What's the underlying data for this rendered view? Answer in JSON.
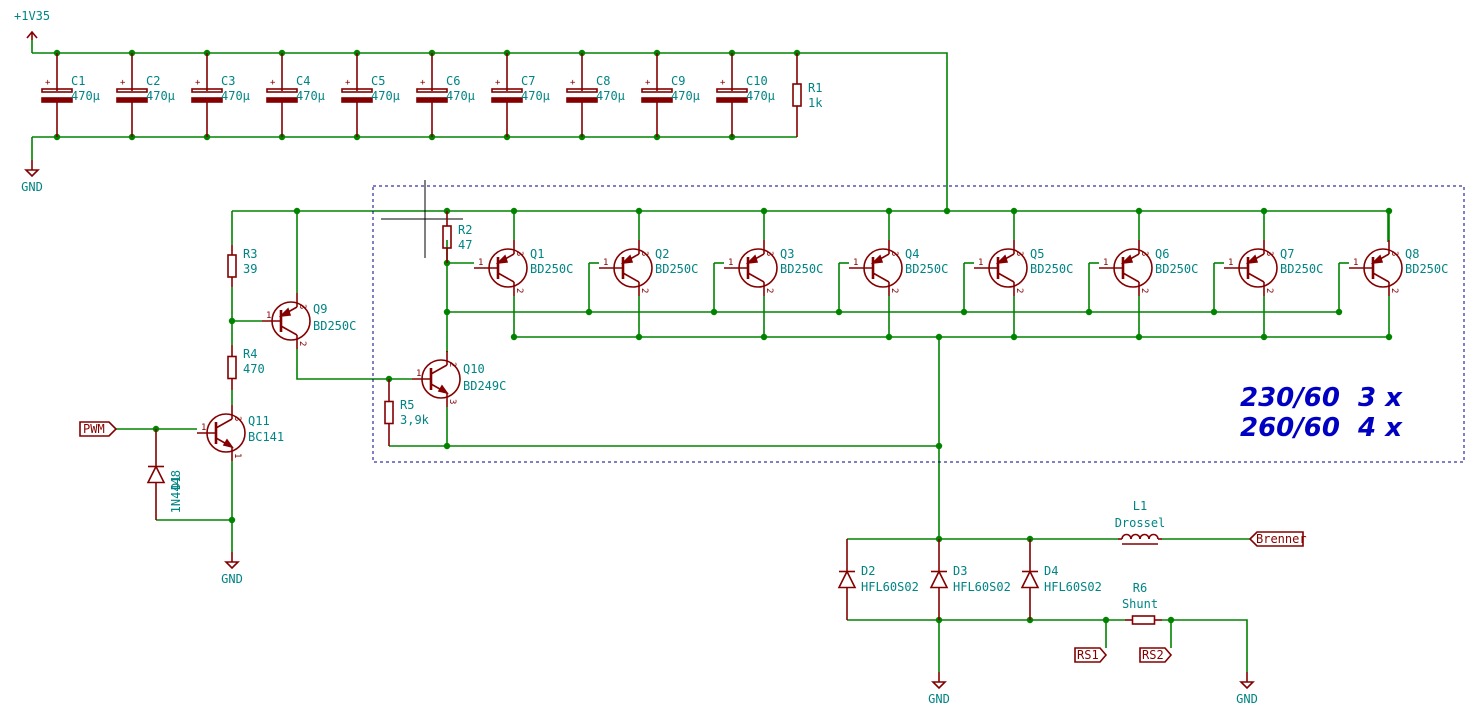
{
  "power": {
    "vcc": "+1V35",
    "gnd": "GND"
  },
  "capacitors": [
    {
      "ref": "C1",
      "val": "470µ"
    },
    {
      "ref": "C2",
      "val": "470µ"
    },
    {
      "ref": "C3",
      "val": "470µ"
    },
    {
      "ref": "C4",
      "val": "470µ"
    },
    {
      "ref": "C5",
      "val": "470µ"
    },
    {
      "ref": "C6",
      "val": "470µ"
    },
    {
      "ref": "C7",
      "val": "470µ"
    },
    {
      "ref": "C8",
      "val": "470µ"
    },
    {
      "ref": "C9",
      "val": "470µ"
    },
    {
      "ref": "C10",
      "val": "470µ"
    }
  ],
  "resistors": {
    "R1": {
      "ref": "R1",
      "val": "1k"
    },
    "R2": {
      "ref": "R2",
      "val": "47"
    },
    "R3": {
      "ref": "R3",
      "val": "39"
    },
    "R4": {
      "ref": "R4",
      "val": "470"
    },
    "R5": {
      "ref": "R5",
      "val": "3,9k"
    },
    "R6": {
      "ref": "R6",
      "val": "Shunt"
    }
  },
  "bank_transistors": [
    {
      "ref": "Q1",
      "val": "BD250C"
    },
    {
      "ref": "Q2",
      "val": "BD250C"
    },
    {
      "ref": "Q3",
      "val": "BD250C"
    },
    {
      "ref": "Q4",
      "val": "BD250C"
    },
    {
      "ref": "Q5",
      "val": "BD250C"
    },
    {
      "ref": "Q6",
      "val": "BD250C"
    },
    {
      "ref": "Q7",
      "val": "BD250C"
    },
    {
      "ref": "Q8",
      "val": "BD250C"
    }
  ],
  "driver_transistors": {
    "Q9": {
      "ref": "Q9",
      "val": "BD250C"
    },
    "Q10": {
      "ref": "Q10",
      "val": "BD249C"
    },
    "Q11": {
      "ref": "Q11",
      "val": "BC141"
    }
  },
  "diodes": {
    "D1": {
      "ref": "D1",
      "val": "1N4448"
    },
    "D2": {
      "ref": "D2",
      "val": "HFL60S02"
    },
    "D3": {
      "ref": "D3",
      "val": "HFL60S02"
    },
    "D4": {
      "ref": "D4",
      "val": "HFL60S02"
    }
  },
  "inductor": {
    "ref": "L1",
    "val": "Drossel"
  },
  "labels": {
    "pwm": "PWM",
    "brenner": "Brenner",
    "rs1": "RS1",
    "rs2": "RS2"
  },
  "note": {
    "line1": "230/60  3 x",
    "line2": "260/60  4 x"
  },
  "pins": {
    "p1": "1",
    "p2": "2",
    "p3": "3"
  },
  "colors": {
    "wire": "#008400",
    "symbol": "#840000",
    "text": "#008484",
    "note": "#0000c2"
  }
}
